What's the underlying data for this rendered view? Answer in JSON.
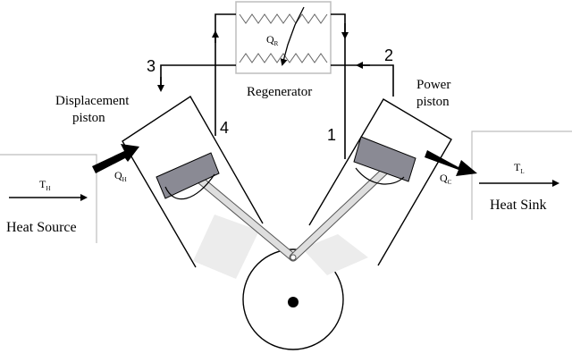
{
  "labels": {
    "regenerator": "Regenerator",
    "displacement_piston_line1": "Displacement",
    "displacement_piston_line2": "piston",
    "power_piston_line1": "Power",
    "power_piston_line2": "piston",
    "heat_source": "Heat Source",
    "heat_sink": "Heat Sink"
  },
  "symbols": {
    "q_regen": "Q",
    "q_regen_sub": "R",
    "q_hot": "Q",
    "q_hot_sub": "H",
    "q_cold": "Q",
    "q_cold_sub": "C",
    "t_hot": "T",
    "t_hot_sub": "H",
    "t_low": "T",
    "t_low_sub": "L"
  },
  "state_points": [
    "1",
    "2",
    "3",
    "4"
  ],
  "colors": {
    "line": "#000000",
    "piston_head": "#8a8a94",
    "rod": "#d8d8d8",
    "box_border": "#bdbdbd",
    "heat_arrow": "#000000"
  }
}
